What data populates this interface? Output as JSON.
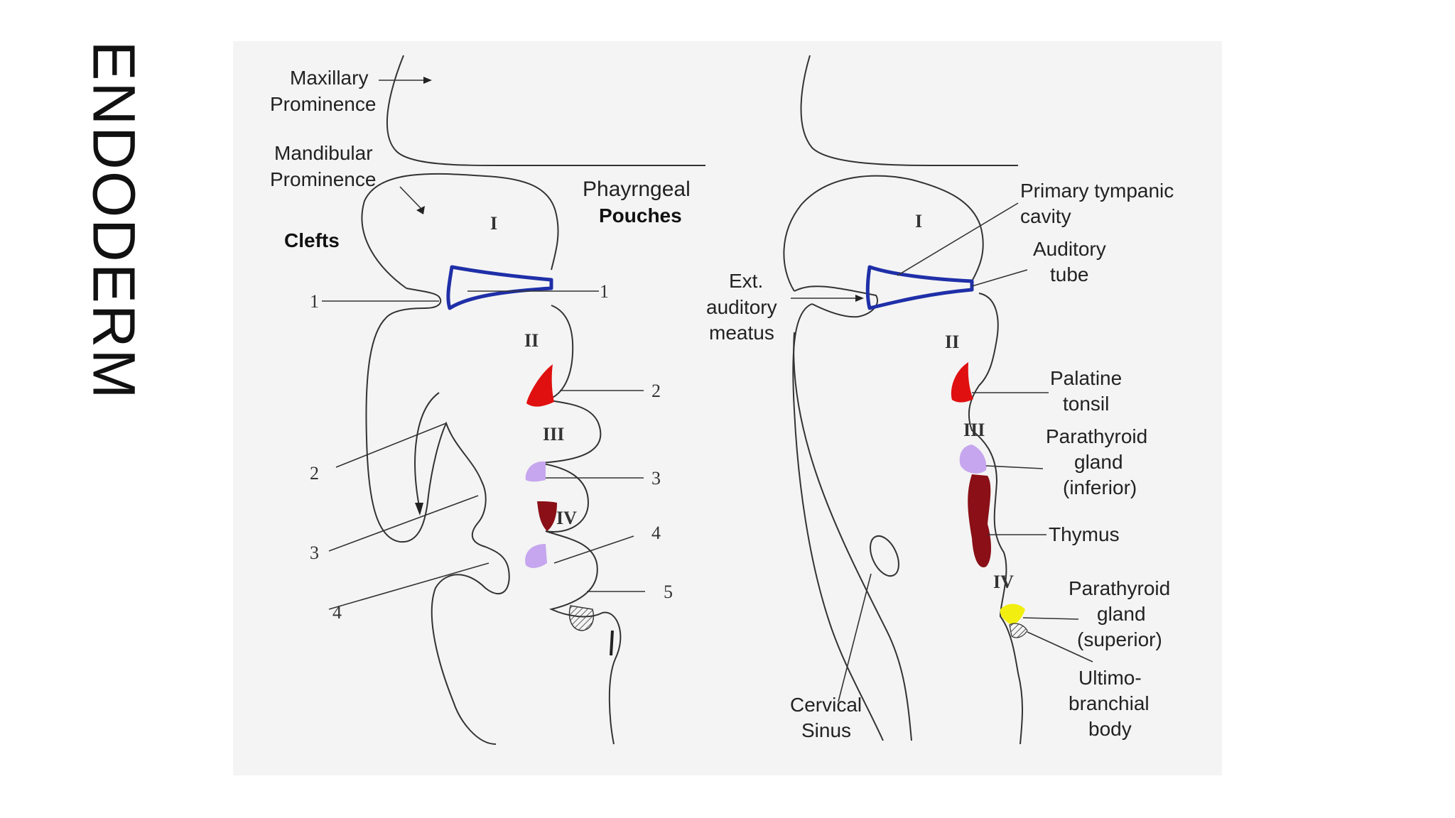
{
  "slide": {
    "title": "ENDODERM"
  },
  "diagram": {
    "left": {
      "maxillary": [
        "Maxillary",
        "Prominence"
      ],
      "mandibular": [
        "Mandibular",
        "Prominence"
      ],
      "clefts": "Clefts",
      "pouches": [
        "Phayrngeal",
        "Pouches"
      ],
      "arches": [
        "I",
        "II",
        "III",
        "IV"
      ],
      "cleft_numbers": [
        "1",
        "2",
        "3",
        "4"
      ],
      "pouch_numbers": [
        "1",
        "2",
        "3",
        "4",
        "5"
      ]
    },
    "right": {
      "arches": [
        "I",
        "II",
        "III",
        "IV"
      ],
      "primary_tympanic": [
        "Primary tympanic",
        "cavity"
      ],
      "auditory_tube": [
        "Auditory",
        "tube"
      ],
      "ext_meatus": [
        "Ext.",
        "auditory",
        "meatus"
      ],
      "palatine": [
        "Palatine",
        "tonsil"
      ],
      "parathyroid_inf": [
        "Parathyroid",
        "gland",
        "(inferior)"
      ],
      "thymus": "Thymus",
      "parathyroid_sup": [
        "Parathyroid",
        "gland",
        "(superior)"
      ],
      "ultimo": [
        "Ultimo-",
        "branchial",
        "body"
      ],
      "cervical_sinus": [
        "Cervical",
        "Sinus"
      ]
    }
  },
  "colors": {
    "pouch1": "#1f2fa8",
    "pouch2": "#e01010",
    "pouch3_parathyroid": "#c6a6ee",
    "thymus": "#8a0f16",
    "parathyroid_superior": "#f2ee10",
    "panel": "#f4f4f4"
  }
}
